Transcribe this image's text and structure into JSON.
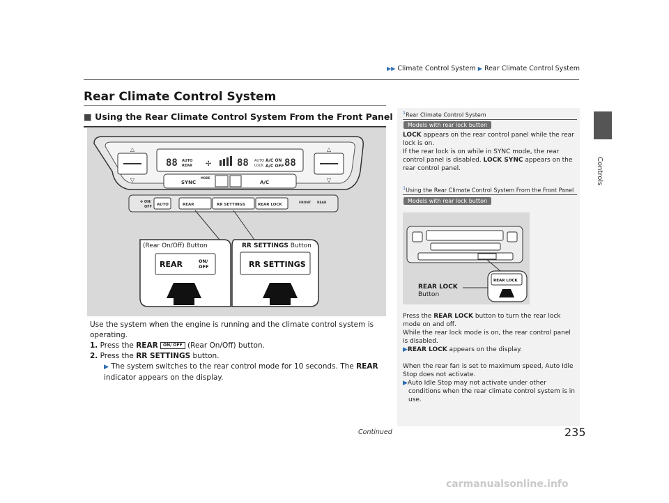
{
  "breadcrumb": {
    "part1": "Climate Control System",
    "part2": "Rear Climate Control System"
  },
  "side_tab_label": "Controls",
  "page_title": "Rear Climate Control System",
  "section_heading": "Using the Rear Climate Control System From the Front Panel",
  "section_marker": "■",
  "figure": {
    "panel_text": {
      "sync": "SYNC",
      "mode": "MODE",
      "ac": "A/C",
      "auto": "AUTO",
      "on_off": "ON/ OFF",
      "rear": "REAR",
      "rr_settings": "RR SETTINGS",
      "rear_lock": "REAR LOCK",
      "front": "FRONT",
      "rear_defrost": "REAR",
      "disp_auto": "AUTO",
      "disp_rear": "REAR",
      "disp_ac_on": "A/C ON",
      "disp_ac_off": "A/C OFF",
      "disp_auto_lock": "AUTO LOCK"
    },
    "label_left_prefix": "(Rear On/Off) Button",
    "label_right_bold": "RR SETTINGS",
    "label_right_rest": " Button",
    "zoom_left_text": "REAR",
    "zoom_left_onoff": "ON/ OFF",
    "zoom_right_text": "RR SETTINGS"
  },
  "body": {
    "intro": "Use the system when the engine is running and the climate control system is operating.",
    "step1_num": "1.",
    "step1_pre": "Press the ",
    "step1_bold": "REAR",
    "step1_icon_text": "ON/ OFF",
    "step1_post": " (Rear On/Off) button.",
    "step2_num": "2.",
    "step2_pre": "Press the ",
    "step2_bold": "RR SETTINGS",
    "step2_post": " button.",
    "sub_pre": "The system switches to the rear control mode for 10 seconds. The ",
    "sub_bold": "REAR",
    "sub_post": " indicator appears on the display."
  },
  "sidebar": {
    "note1_num": "1",
    "note1_title": "Rear Climate Control System",
    "badge": "Models with rear lock button",
    "note1_p1_bold": "LOCK",
    "note1_p1_rest": " appears on the rear control panel while the rear lock is on.",
    "note1_p2_pre": "If the rear lock is on while in SYNC mode, the rear control panel is disabled. ",
    "note1_p2_bold": "LOCK SYNC",
    "note1_p2_post": " appears on the rear control panel.",
    "note2_num": "1",
    "note2_title": "Using the Rear Climate Control System From the Front Panel",
    "badge2": "Models with rear lock button",
    "fig_label_line1": "REAR LOCK",
    "fig_label_line2": "Button",
    "fig_zoom_text": "REAR LOCK",
    "note2_p1_pre": "Press the ",
    "note2_p1_bold": "REAR LOCK",
    "note2_p1_post": " button to turn the rear lock mode on and off.",
    "note2_p2": "While the rear lock mode is on, the rear control panel is disabled.",
    "note2_p3_bold": "REAR LOCK",
    "note2_p3_post": " appears on the display.",
    "note2_p4": "When the rear fan is set to maximum speed, Auto Idle Stop does not activate.",
    "note2_p5": "Auto Idle Stop may not activate under other conditions when the rear climate control system is in use."
  },
  "footer": {
    "continued": "Continued",
    "page_number": "235",
    "watermark": "carmanualsonline.info"
  },
  "colors": {
    "accent": "#2b6cb0",
    "figure_bg": "#d9d9d9",
    "sidebar_bg": "#f2f2f2",
    "badge_bg": "#6f6f6f"
  }
}
